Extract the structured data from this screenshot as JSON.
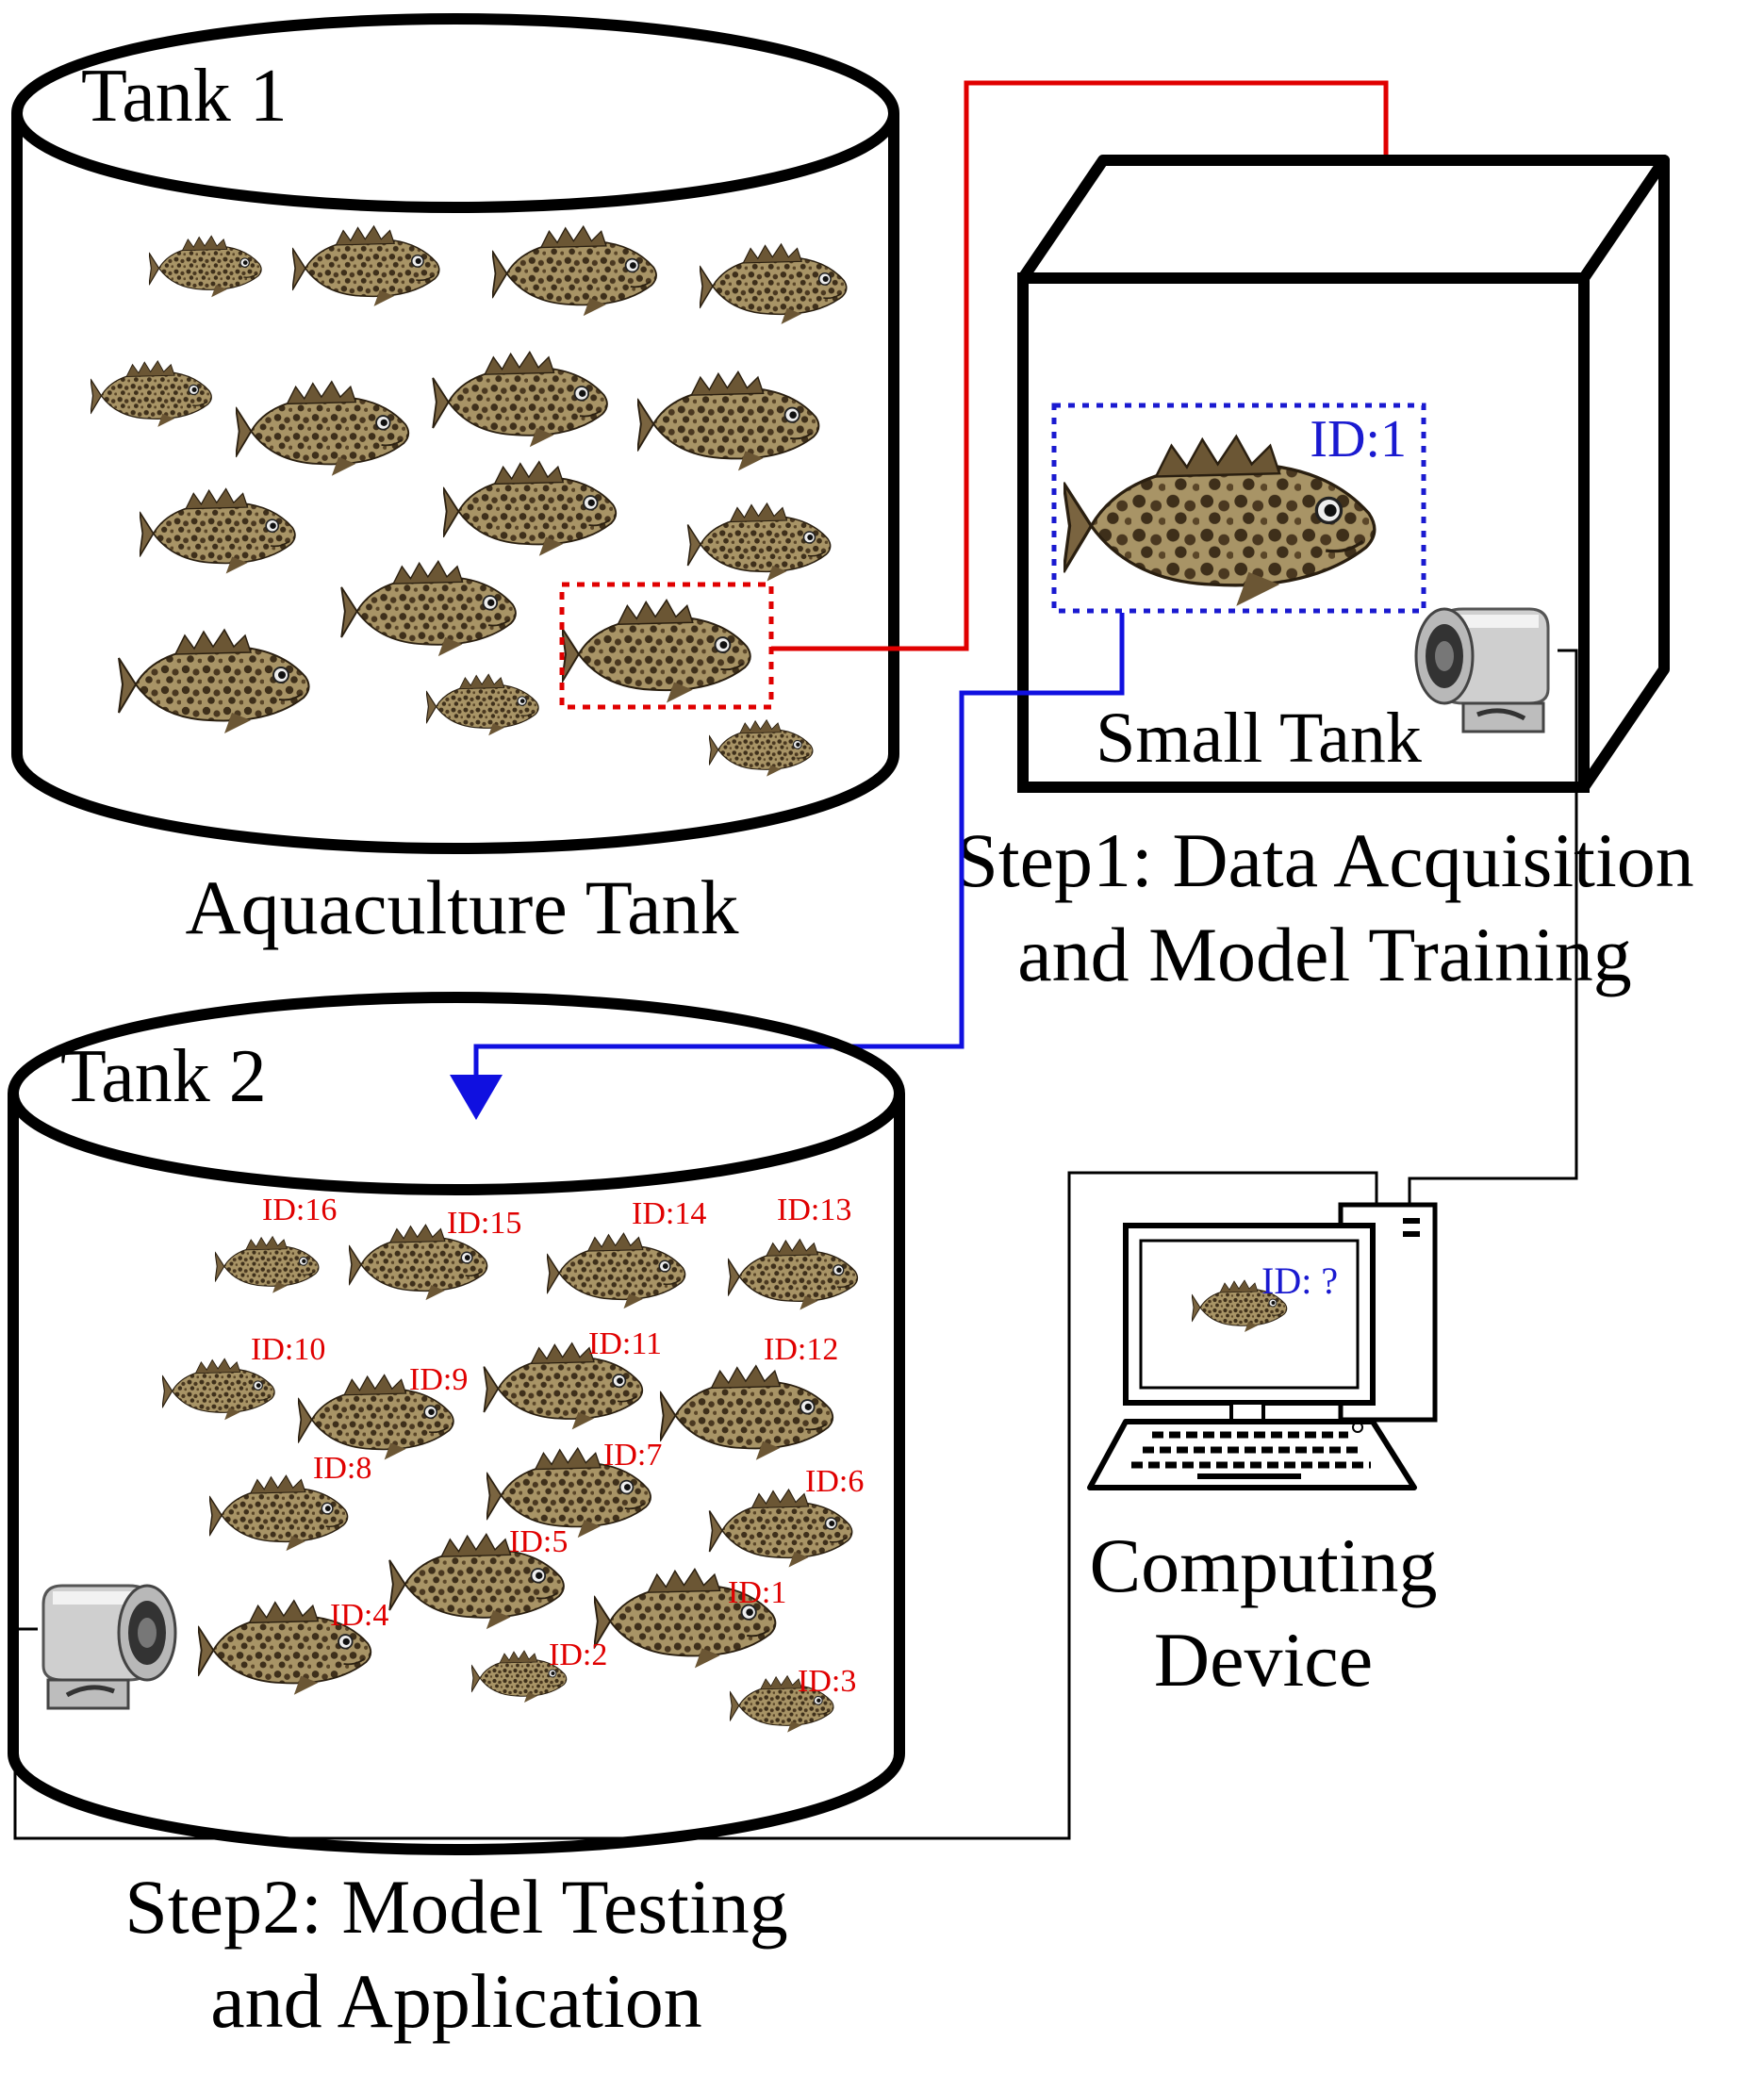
{
  "colors": {
    "transfer_arrow_red": "#e00000",
    "transfer_arrow_blue": "#1010e0",
    "fish_body": "#9c8a5c",
    "fish_spots": "#3e2f1a",
    "camera_metal": "#c8c8c8"
  },
  "tank1": {
    "title": "Tank 1",
    "caption": "Aquaculture Tank"
  },
  "small_tank": {
    "title": "Small Tank",
    "fish_id": "ID:1"
  },
  "step1": {
    "line1": "Step1: Data Acquisition",
    "line2": "and Model Training"
  },
  "tank2": {
    "title": "Tank 2",
    "fish_ids": [
      "ID:16",
      "ID:15",
      "ID:14",
      "ID:13",
      "ID:10",
      "ID:9",
      "ID:11",
      "ID:12",
      "ID:8",
      "ID:7",
      "ID:6",
      "ID:5",
      "ID:1",
      "ID:4",
      "ID:2",
      "ID:3"
    ]
  },
  "computer": {
    "screen_id": "ID: ?",
    "caption_line1": "Computing",
    "caption_line2": "Device"
  },
  "step2": {
    "line1": "Step2: Model Testing",
    "line2": "and Application"
  },
  "icons": [
    "fish-icon",
    "camera-icon",
    "computer-icon",
    "keyboard-icon"
  ]
}
